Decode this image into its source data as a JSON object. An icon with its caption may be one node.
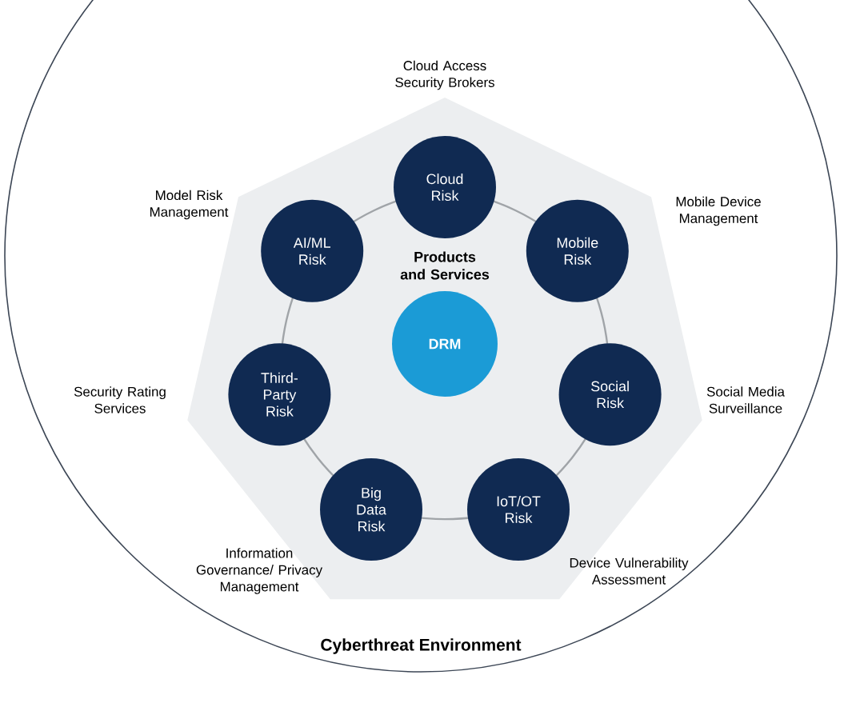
{
  "diagram": {
    "nodes": [
      {
        "text": [
          "Cyberthreat Environment"
        ]
      },
      {
        "text": [
          "Products and Services"
        ],
        "in": 0
      },
      {
        "text": [
          "DRM"
        ],
        "in": 1
      },
      {
        "text": [
          "Cloud Risk"
        ],
        "in": 1
      },
      {
        "text": [
          "Mobile Risk"
        ],
        "in": 1
      },
      {
        "text": [
          "Social Risk"
        ],
        "in": 1
      },
      {
        "text": [
          "IoT/OT Risk"
        ],
        "in": 1
      },
      {
        "text": [
          "Big Data Risk"
        ],
        "in": 1
      },
      {
        "text": [
          "Third-Party Risk"
        ],
        "in": 1
      },
      {
        "text": [
          "AI/ML Risk"
        ],
        "in": 1
      }
    ],
    "edges": [
      {
        "from": 3,
        "to": 4,
        "arrow": "none"
      },
      {
        "from": 4,
        "to": 5,
        "arrow": "none"
      },
      {
        "from": 5,
        "to": 6,
        "arrow": "none"
      },
      {
        "from": 6,
        "to": 7,
        "arrow": "none"
      },
      {
        "from": 7,
        "to": 8,
        "arrow": "none"
      },
      {
        "from": 8,
        "to": 9,
        "arrow": "none"
      },
      {
        "from": 9,
        "to": 3,
        "arrow": "none"
      }
    ],
    "labels": [
      "Cloud Access Security Brokers",
      "Model Risk Management",
      "Mobile Device Management",
      "Security Rating Services",
      "Social Media Surveillance",
      "Information Governance/ Privacy Management",
      "Device Vulnerability Assessment"
    ]
  }
}
